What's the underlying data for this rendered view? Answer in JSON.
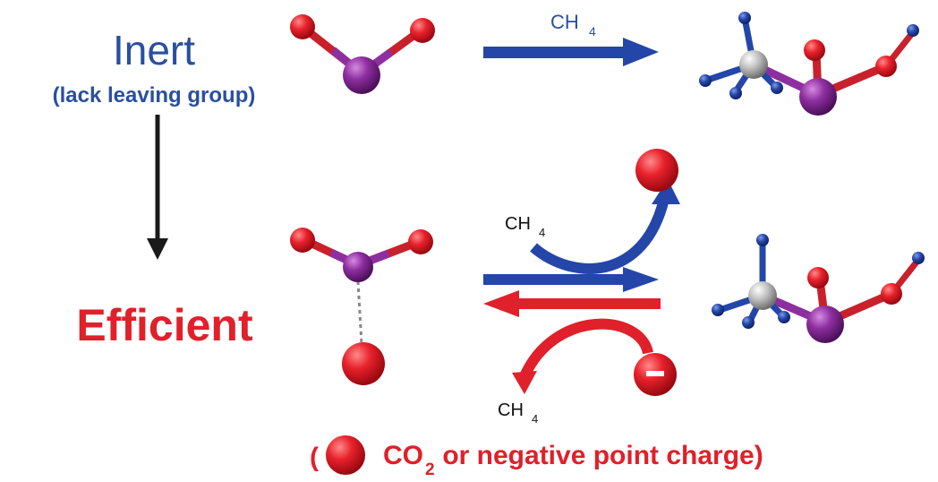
{
  "labels": {
    "inert": "Inert",
    "inert_note": "(lack leaving group)",
    "efficient": "Efficient",
    "reagent": "CH",
    "reagent_sub": "4",
    "legend_open": "(",
    "legend_co": "CO",
    "legend_sub": "2",
    "legend_rest": " or negative point charge)",
    "minus_sign": "–"
  },
  "colors": {
    "blue": "#2a4fa0",
    "red": "#e0202a",
    "purple": "#8a2a9a",
    "gray": "#b5b5b5",
    "black": "#1a1a1a"
  }
}
